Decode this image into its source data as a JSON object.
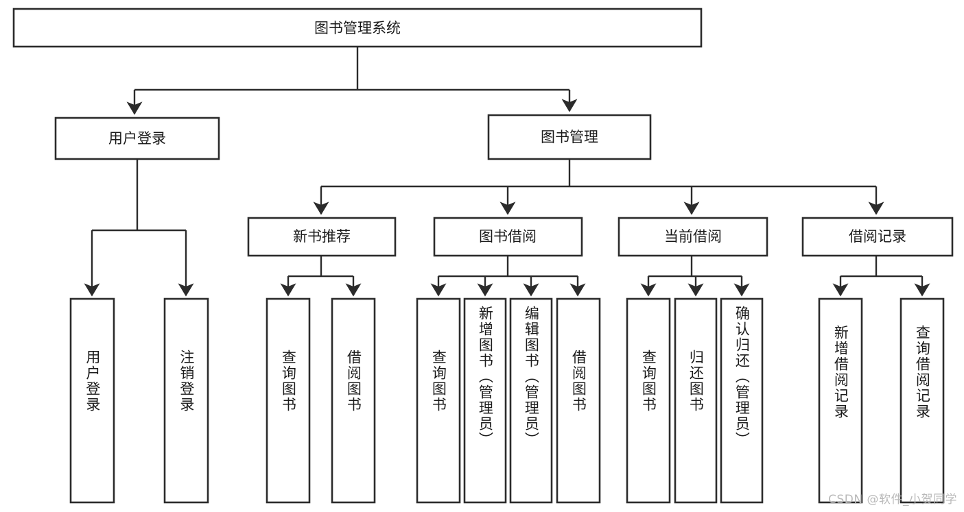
{
  "diagram": {
    "type": "tree",
    "title": "图书管理系统",
    "watermark": "CSDN @软件_小贺同学",
    "root": {
      "id": "root",
      "label": "图书管理系统"
    },
    "level1": [
      {
        "id": "user-login",
        "label": "用户登录"
      },
      {
        "id": "book-manage",
        "label": "图书管理"
      }
    ],
    "level2": [
      {
        "id": "new-book-rec",
        "label": "新书推荐",
        "parent": "book-manage"
      },
      {
        "id": "book-borrow",
        "label": "图书借阅",
        "parent": "book-manage"
      },
      {
        "id": "current-borrow",
        "label": "当前借阅",
        "parent": "book-manage"
      },
      {
        "id": "borrow-record",
        "label": "借阅记录",
        "parent": "book-manage"
      }
    ],
    "leaves": [
      {
        "id": "leaf-user-login",
        "label": "用户登录",
        "parent": "user-login"
      },
      {
        "id": "leaf-logout-login",
        "label": "注销登录",
        "parent": "user-login"
      },
      {
        "id": "leaf-query-book-1",
        "label": "查询图书",
        "parent": "new-book-rec"
      },
      {
        "id": "leaf-borrow-book-1",
        "label": "借阅图书",
        "parent": "new-book-rec"
      },
      {
        "id": "leaf-query-book-2",
        "label": "查询图书",
        "parent": "book-borrow"
      },
      {
        "id": "leaf-add-book",
        "label": "新增图书（管理员）",
        "parent": "book-borrow"
      },
      {
        "id": "leaf-edit-book",
        "label": "编辑图书（管理员）",
        "parent": "book-borrow"
      },
      {
        "id": "leaf-borrow-book-2",
        "label": "借阅图书",
        "parent": "book-borrow"
      },
      {
        "id": "leaf-query-book-3",
        "label": "查询图书",
        "parent": "current-borrow"
      },
      {
        "id": "leaf-return-book",
        "label": "归还图书",
        "parent": "current-borrow"
      },
      {
        "id": "leaf-confirm-return",
        "label": "确认归还（管理员）",
        "parent": "current-borrow"
      },
      {
        "id": "leaf-add-record",
        "label": "新增借阅记录",
        "parent": "borrow-record"
      },
      {
        "id": "leaf-query-record",
        "label": "查询借阅记录",
        "parent": "borrow-record"
      }
    ],
    "colors": {
      "stroke": "#2b2b2b",
      "fill": "#ffffff",
      "text": "#1a1a1a",
      "watermark": "#b9b9b9"
    }
  }
}
